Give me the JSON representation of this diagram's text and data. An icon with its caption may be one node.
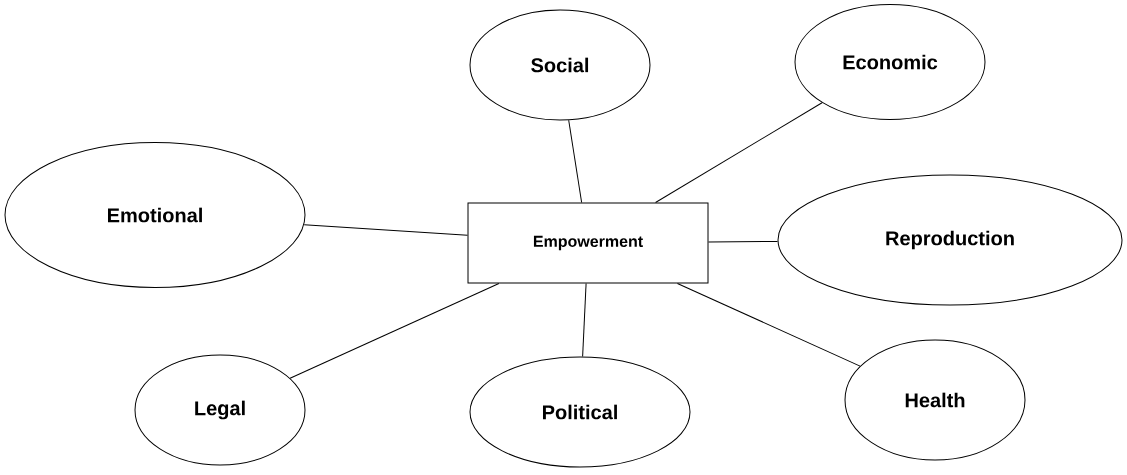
{
  "diagram": {
    "nodes": [
      {
        "text": [
          "Social"
        ]
      },
      {
        "text": [
          "Economic"
        ]
      },
      {
        "text": [
          "Emotional"
        ]
      },
      {
        "text": [
          "Empowerment"
        ]
      },
      {
        "text": [
          "Reproduction"
        ]
      },
      {
        "text": [
          "Legal"
        ]
      },
      {
        "text": [
          "Political"
        ]
      },
      {
        "text": [
          "Health"
        ]
      }
    ],
    "edges": [
      {
        "from": 3,
        "to": 0,
        "arrow": "none"
      },
      {
        "from": 3,
        "to": 1,
        "arrow": "none"
      },
      {
        "from": 3,
        "to": 2,
        "arrow": "none"
      },
      {
        "from": 3,
        "to": 4,
        "arrow": "none"
      },
      {
        "from": 3,
        "to": 5,
        "arrow": "none"
      },
      {
        "from": 3,
        "to": 6,
        "arrow": "none"
      },
      {
        "from": 3,
        "to": 7,
        "arrow": "none"
      }
    ]
  }
}
